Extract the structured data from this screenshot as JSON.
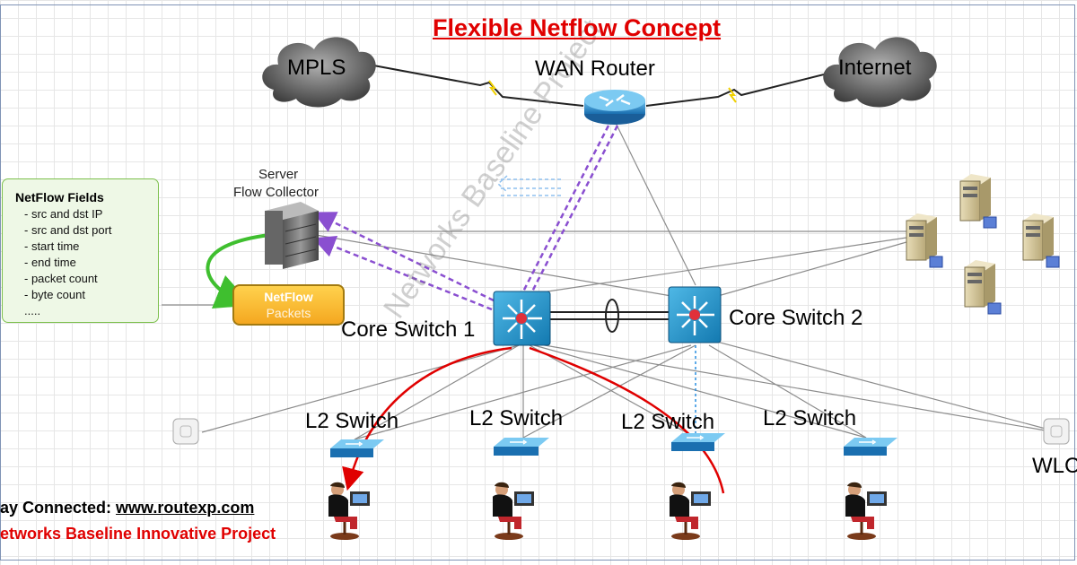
{
  "title": "Flexible Netflow Concept",
  "watermark": "Networks Baseline Project",
  "clouds": {
    "mpls": "MPLS",
    "internet": "Internet"
  },
  "wan_router": "WAN Router",
  "collector": {
    "line1": "Server",
    "line2": "Flow Collector"
  },
  "netflow_fields": {
    "heading": "NetFlow Fields",
    "items": [
      "- src and dst IP",
      "- src and dst port",
      "- start time",
      "- end time",
      "- packet count",
      "- byte count",
      "....."
    ]
  },
  "netflow_packets": {
    "line1": "NetFlow",
    "line2": "Packets"
  },
  "core_switches": [
    "Core Switch 1",
    "Core Switch 2"
  ],
  "l2_switches": [
    "L2 Switch",
    "L2 Switch",
    "L2 Switch",
    "L2 Switch"
  ],
  "wlc": "WLC",
  "footer": {
    "prefix": "ay Connected: ",
    "link": "www.routexp.com",
    "project": "etworks Baseline Innovative Project"
  },
  "colors": {
    "title": "#e00000",
    "flow_path": "#e00000",
    "export_path": "#8a4fd0",
    "switch": "#1f8fc8"
  }
}
